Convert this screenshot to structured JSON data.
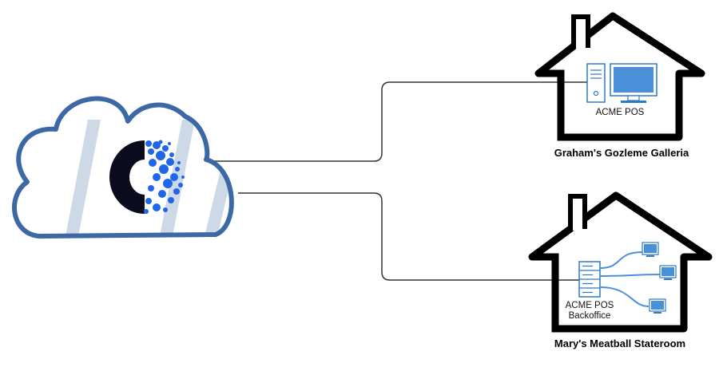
{
  "colors": {
    "cloud_outline": "#3c69a6",
    "cloud_shine": "#ced9e8",
    "logo_dark": "#0b0b1e",
    "logo_blue": "#1f66ea",
    "house_outline": "#000000",
    "connector": "#333333",
    "device_blue": "#2e78c2",
    "device_screen": "#4a90d9"
  },
  "cloud": {
    "icon": "cloud-icon",
    "logo_icon": "pos-cloud-logo-icon"
  },
  "houses": [
    {
      "name": "Graham's Gozleme Galleria",
      "device_label": "ACME POS",
      "icon": "desktop-computer-icon"
    },
    {
      "name": "Mary's Meatball Stateroom",
      "device_label_line1": "ACME POS",
      "device_label_line2": "Backoffice",
      "icon": "server-network-icon"
    }
  ]
}
